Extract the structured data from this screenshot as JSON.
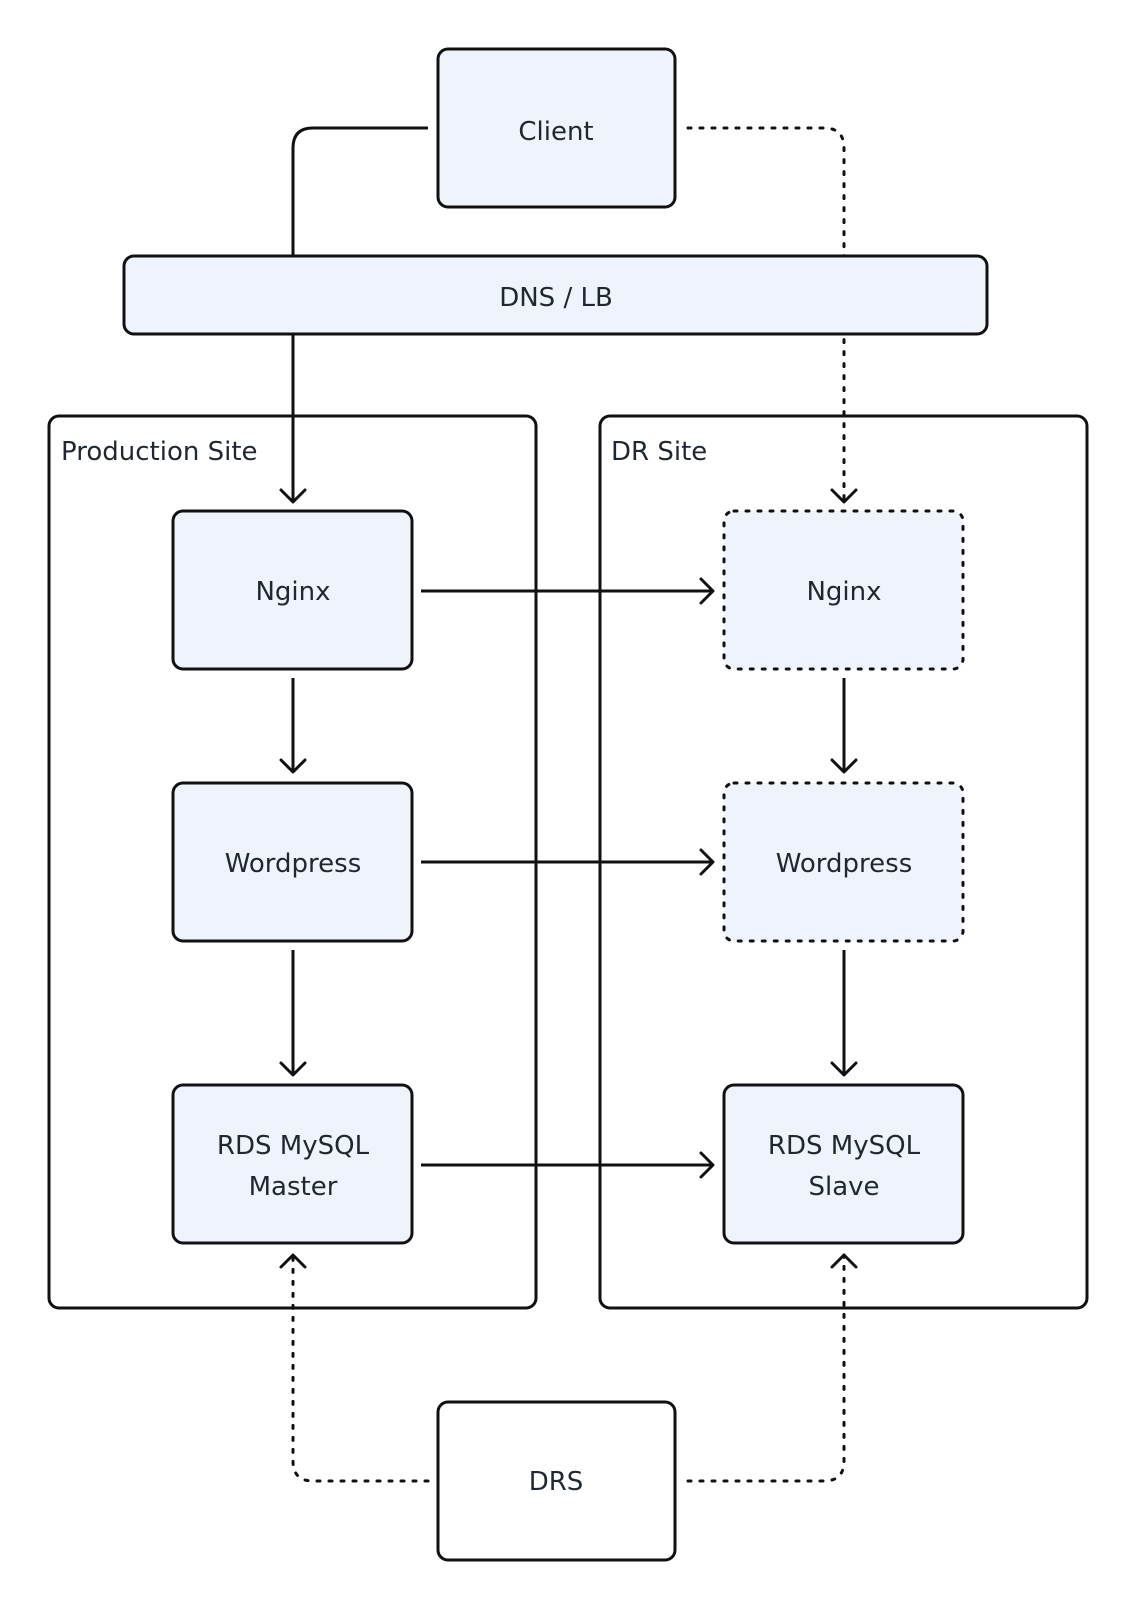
{
  "diagram": {
    "sites": {
      "production": {
        "label": "Production Site"
      },
      "dr": {
        "label": "DR Site"
      }
    },
    "nodes": {
      "client": {
        "label": "Client"
      },
      "dns_lb": {
        "label": "DNS / LB"
      },
      "prod_nginx": {
        "label": "Nginx"
      },
      "prod_wordpress": {
        "label": "Wordpress"
      },
      "prod_rds_line1": {
        "label": "RDS MySQL"
      },
      "prod_rds_line2": {
        "label": "Master"
      },
      "dr_nginx": {
        "label": "Nginx"
      },
      "dr_wordpress": {
        "label": "Wordpress"
      },
      "dr_rds_line1": {
        "label": "RDS MySQL"
      },
      "dr_rds_line2": {
        "label": "Slave"
      },
      "drs": {
        "label": "DRS"
      }
    }
  }
}
